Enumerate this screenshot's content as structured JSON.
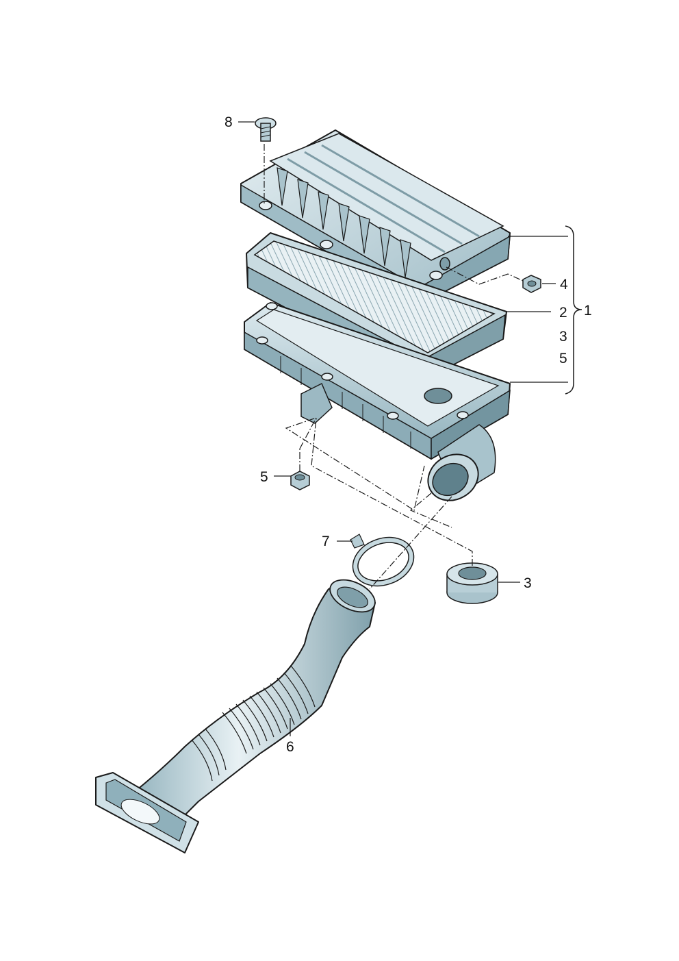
{
  "callouts": {
    "c1": "1",
    "c2": "2",
    "c3_bracket": "3",
    "c5_bracket": "5",
    "c4": "4",
    "c5": "5",
    "c3": "3",
    "c6": "6",
    "c7": "7",
    "c8": "8"
  },
  "colors": {
    "part_fill": "#cfe0e6",
    "part_shade": "#9fbcc6",
    "part_dark": "#6f8f99",
    "outline": "#1a1a1a",
    "background": "#ffffff"
  }
}
